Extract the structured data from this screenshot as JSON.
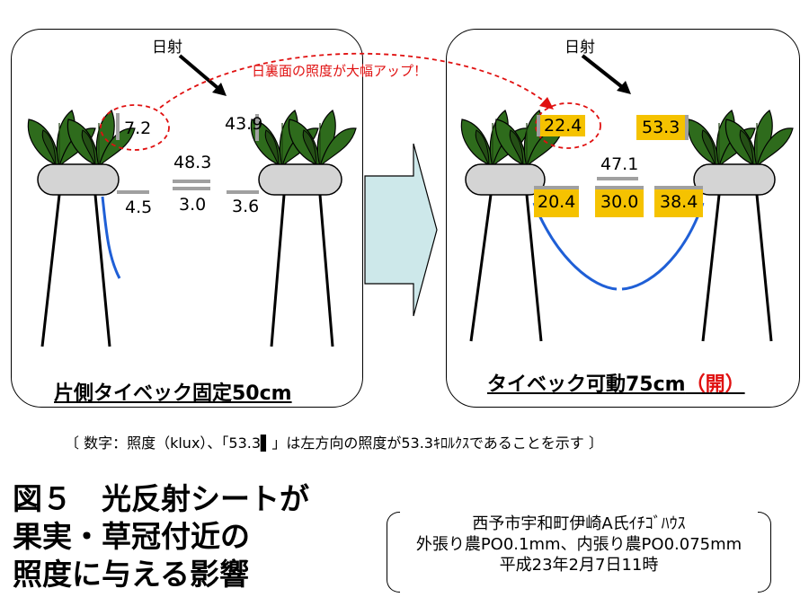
{
  "left": {
    "sun_label": "日射",
    "values": {
      "leaf_back": "7.2",
      "top_right": "43.9",
      "center_top": "48.3",
      "under_left": "4.5",
      "under_center": "3.0",
      "under_right": "3.6"
    },
    "caption": "片側タイベック固定50cm"
  },
  "right": {
    "sun_label": "日射",
    "values": {
      "leaf_back": "22.4",
      "top_right": "53.3",
      "center_top": "47.1",
      "under_left": "20.4",
      "under_center": "30.0",
      "under_right": "38.4"
    },
    "caption_main": "タイベック可動75cm",
    "caption_paren": "（開）"
  },
  "annotation": "日裏面の照度が大幅アップ！",
  "note": "〔 数字：照度（klux）、「53.3▌」は左方向の照度が53.3ｷﾛﾙｸｽであることを示す 〕",
  "figure_title": [
    "図５　光反射シートが",
    "果実・草冠付近の",
    "照度に与える影響"
  ],
  "location": [
    "西予市宇和町伊崎A氏ｲﾁｺﾞﾊｳｽ",
    "外張り農PO0.1mm、内張り農PO0.075mm",
    "平成23年2月7日11時"
  ],
  "colors": {
    "highlight": "#f5c200",
    "sheet": "#1f5fd6",
    "arrow_fill": "#cde8ea",
    "accent_red": "#e01010",
    "planter": "#d4d4d4",
    "leaf": "#2e6b1c",
    "sensor": "#a0a0a0"
  }
}
